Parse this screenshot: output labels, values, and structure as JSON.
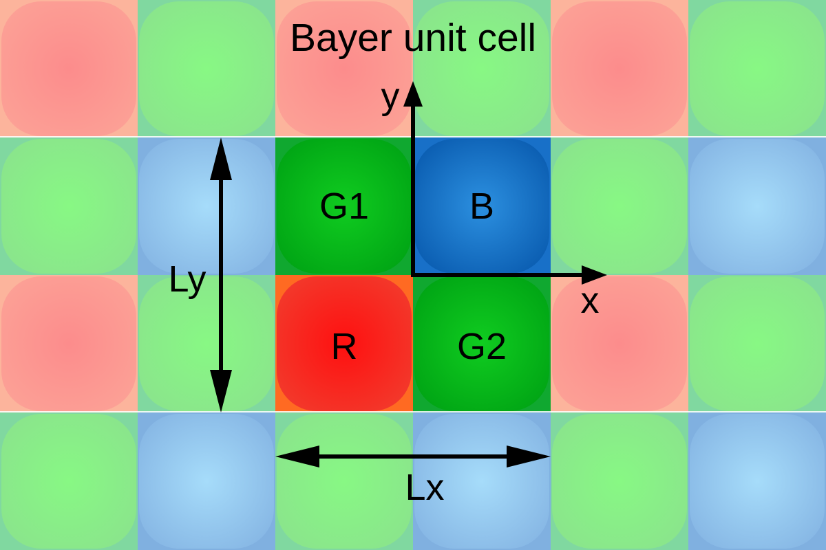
{
  "title": "Bayer unit cell",
  "pixel_grid": [
    [
      "R",
      "G",
      "R",
      "G",
      "R",
      "G"
    ],
    [
      "G",
      "B",
      "G",
      "B",
      "G",
      "B"
    ],
    [
      "R",
      "G",
      "R",
      "G",
      "R",
      "G"
    ],
    [
      "G",
      "B",
      "G",
      "B",
      "G",
      "B"
    ]
  ],
  "unit_cell": {
    "cells": [
      {
        "key": "g1",
        "label": "G1",
        "color": "G"
      },
      {
        "key": "b",
        "label": "B",
        "color": "B"
      },
      {
        "key": "r",
        "label": "R",
        "color": "R"
      },
      {
        "key": "g2",
        "label": "G2",
        "color": "G"
      }
    ]
  },
  "axes": {
    "x_label": "x",
    "y_label": "y"
  },
  "dimensions": {
    "lx_label": "Lx",
    "ly_label": "Ly"
  },
  "colors": {
    "faded": {
      "R": {
        "bg": "#fcb49c",
        "center": "#fc8c8c",
        "edge": "#fca196"
      },
      "G": {
        "bg": "#80d8a0",
        "center": "#88f884",
        "edge": "#8ae48c"
      },
      "B": {
        "bg": "#80b0e0",
        "center": "#a6dcfa",
        "edge": "#86b6e4"
      }
    },
    "active": {
      "R": {
        "bg": "#ff6a22",
        "center": "#ff1010",
        "edge": "#f23a2c"
      },
      "G": {
        "bg": "#10a830",
        "center": "#10cc20",
        "edge": "#00a414"
      },
      "B": {
        "bg": "#1870c8",
        "center": "#2c90e0",
        "edge": "#0a5cb0"
      }
    },
    "line": "#000000",
    "separator": "#ffffff"
  }
}
